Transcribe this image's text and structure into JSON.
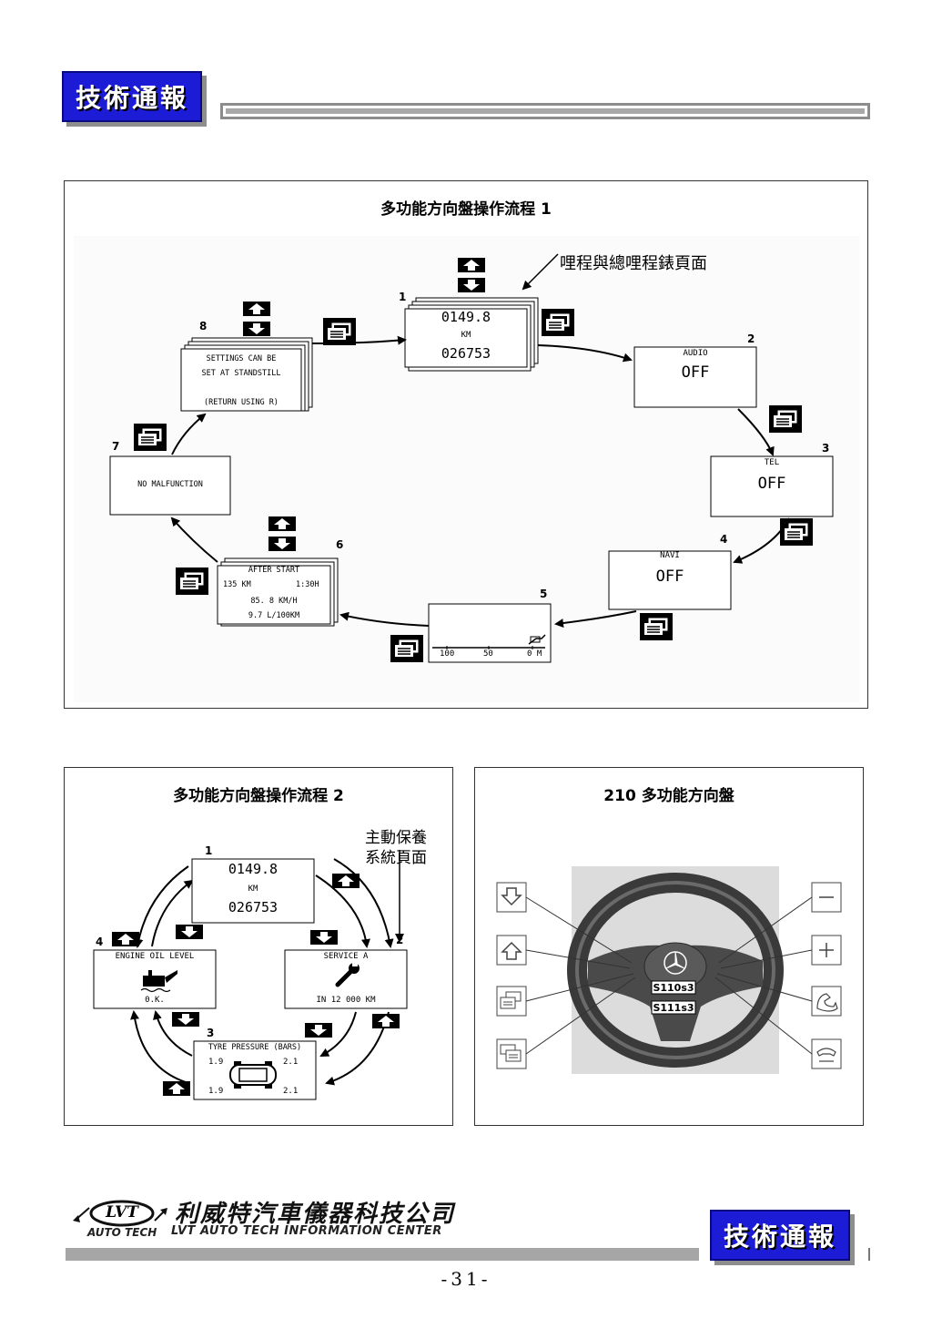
{
  "header": {
    "badge": "技術通報"
  },
  "panel1": {
    "title": "多功能方向盤操作流程 1",
    "callout": "哩程與總哩程錶頁面",
    "nodes": {
      "n1": {
        "num": "1",
        "line1": "0149.8",
        "line2": "KM",
        "line3": "026753"
      },
      "n2": {
        "num": "2",
        "label": "AUDIO",
        "value": "OFF"
      },
      "n3": {
        "num": "3",
        "label": "TEL",
        "value": "OFF"
      },
      "n4": {
        "num": "4",
        "label": "NAVI",
        "value": "OFF"
      },
      "n5": {
        "num": "5",
        "ticks": [
          "100",
          "50",
          "0 M"
        ]
      },
      "n6": {
        "num": "6",
        "l1": "AFTER START",
        "l2a": "135 KM",
        "l2b": "1:30H",
        "l3": "85. 8 KM/H",
        "l4": "9.7 L/100KM"
      },
      "n7": {
        "num": "7",
        "text": "NO MALFUNCTION"
      },
      "n8": {
        "num": "8",
        "l1": "SETTINGS CAN BE",
        "l2": "SET AT STANDSTILL",
        "l3": "(RETURN USING R)"
      }
    }
  },
  "panel2": {
    "title": "多功能方向盤操作流程 2",
    "callout_l1": "主動保養",
    "callout_l2": "系統頁面",
    "nodes": {
      "n1": {
        "num": "1",
        "line1": "0149.8",
        "line2": "KM",
        "line3": "026753"
      },
      "n2": {
        "num": "2",
        "title": "SERVICE A",
        "footer": "IN 12 000 KM"
      },
      "n3": {
        "num": "3",
        "title": "TYRE PRESSURE (BARS)",
        "fl": "1.9",
        "fr": "2.1",
        "rl": "1.9",
        "rr": "2.1"
      },
      "n4": {
        "num": "4",
        "title": "ENGINE OIL LEVEL",
        "footer": "0.K."
      }
    }
  },
  "panel3": {
    "title": "210 多功能方向盤",
    "label_a": "S110s3",
    "label_b": "S111s3"
  },
  "footer": {
    "logo_text": "LVT",
    "auto_tech": "AUTO TECH",
    "company": "利威特汽車儀器科技公司",
    "company_en": "LVT AUTO TECH INFORMATION CENTER",
    "badge": "技術通報",
    "page": "-31-"
  }
}
